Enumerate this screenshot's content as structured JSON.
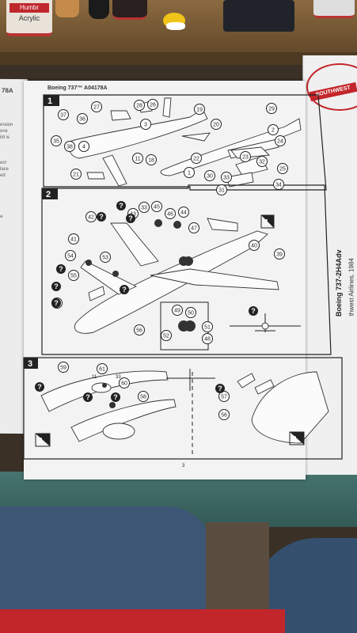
{
  "background": {
    "paint_pot_1": "Humbr",
    "paint_pot_2": "Acrylic"
  },
  "sheet": {
    "header": "Boeing 737™ A04178A",
    "page_number": "3",
    "left_page_header": "78A",
    "left_page_snippets": [
      "ersion",
      "ons",
      "ild is",
      "ect",
      "lace",
      "ed",
      "a"
    ]
  },
  "right_page": {
    "livery": "SOUTHWEST",
    "title": "Boeing 737-2H4Adv",
    "subtitle": "thwest Airlines, 1984"
  },
  "panels": {
    "p1": {
      "number": "1",
      "callouts": [
        "27",
        "28",
        "26",
        "37",
        "36",
        "3",
        "19",
        "20",
        "29",
        "2",
        "35",
        "38",
        "4",
        "11",
        "22",
        "1",
        "18",
        "30",
        "33",
        "24",
        "32",
        "25",
        "23",
        "31",
        "34",
        "21"
      ]
    },
    "p2": {
      "number": "2",
      "ref_number": "1",
      "callouts": [
        "42",
        "43",
        "45",
        "46",
        "44",
        "33",
        "47",
        "41",
        "40",
        "54",
        "53",
        "39",
        "55",
        "57",
        "49",
        "50",
        "56",
        "51",
        "52",
        "48"
      ],
      "unknown": "?"
    },
    "p3": {
      "number": "3",
      "callouts": [
        "59",
        "61",
        "60",
        "58",
        "57",
        "56"
      ],
      "small_labels": [
        "11",
        "33"
      ],
      "ref_left": "2",
      "ref_right": "2",
      "unknown": "?"
    }
  },
  "colors": {
    "paper": "#f2f2f2",
    "ink": "#222222",
    "desk": "#7a5a34",
    "mat": "#3d6b6a",
    "jeans": "#3e5676",
    "logo_red": "#c3262a"
  }
}
